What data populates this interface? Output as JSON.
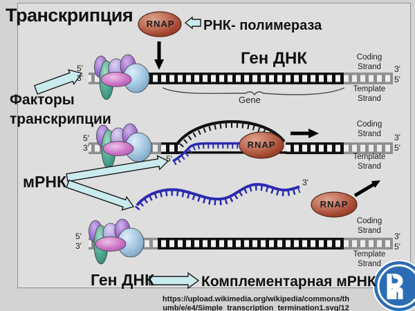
{
  "slide": {
    "title": "Транскрипция",
    "source_url_line1": "https://upload.wikimedia.org/wikipedia/commons/th",
    "source_url_line2": "umb/e/e4/Simple_transcription_termination1.svg/12"
  },
  "callouts": {
    "rna_polymerase": "РНК- полимераза",
    "gene_dna": "Ген ДНК",
    "transcription_factors": "Факторы транскрипции",
    "mrna": "мРНК",
    "gene_dna_bottom": "Ген ДНК",
    "complementary_mrna": "Комплементарная мРНК"
  },
  "diagram": {
    "rnap": "RNAP",
    "coding_strand": "Coding Strand",
    "template_strand": "Template Strand",
    "gene": "Gene",
    "five_prime": "5'",
    "three_prime": "3'"
  },
  "colors": {
    "arrow_cyan": "#c9ebee",
    "rnap_red": "#a34631",
    "mrna_blue": "#2b2bb0",
    "dna_black": "#111111",
    "dna_gray": "#8f8f8f",
    "logo_blue": "#2b6db4",
    "background": "#d3d3d3"
  }
}
